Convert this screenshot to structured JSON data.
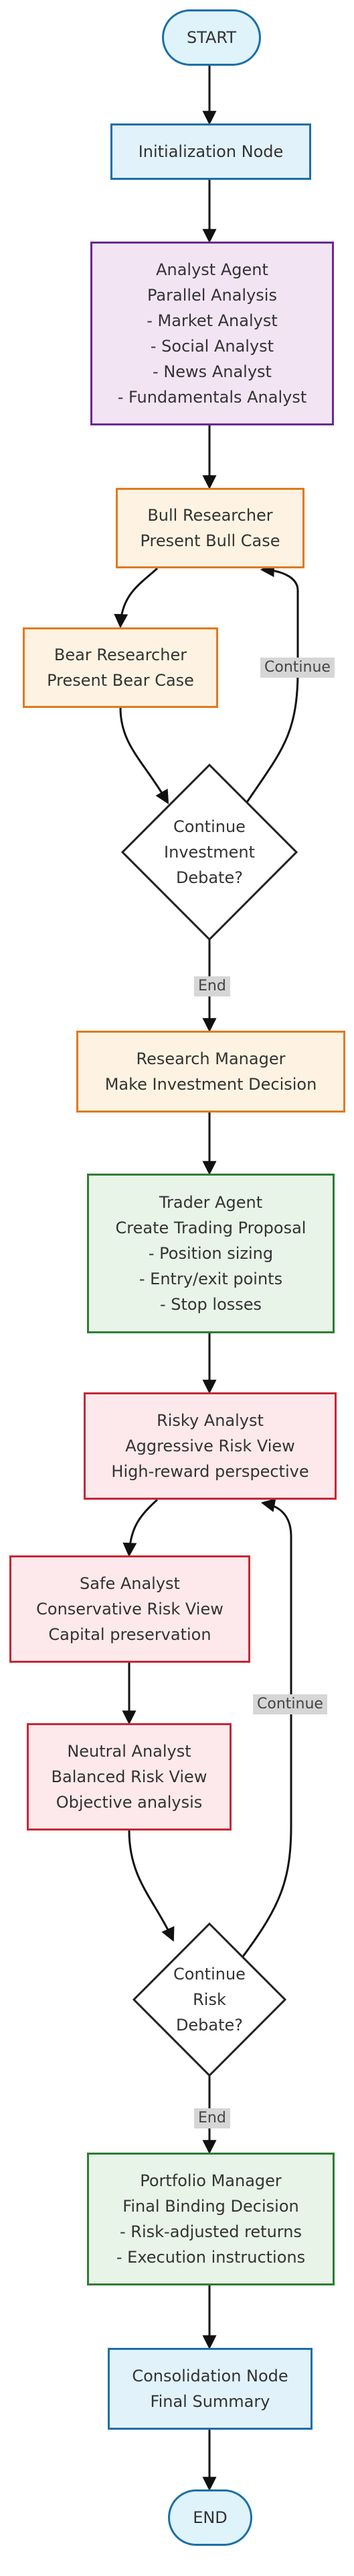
{
  "colors": {
    "start_end_fill": "#dff3fb",
    "start_end_stroke": "#1b6fa8",
    "blue_fill": "#e2f2fb",
    "blue_stroke": "#1b6fa8",
    "purple_fill": "#f3e4f4",
    "purple_stroke": "#6a2a8f",
    "orange_fill": "#fef3e2",
    "orange_stroke": "#e07a1f",
    "green_fill": "#e8f4e8",
    "green_stroke": "#2e7d32",
    "red_fill": "#fde9ec",
    "red_stroke": "#c62836",
    "decision_fill": "#ffffff",
    "decision_stroke": "#222222",
    "edge": "#111111",
    "edge_label_bg": "#d6d6d6"
  },
  "nodes": {
    "start": {
      "lines": [
        "START"
      ]
    },
    "init": {
      "lines": [
        "Initialization Node"
      ]
    },
    "analyst": {
      "lines": [
        "Analyst Agent",
        "Parallel Analysis",
        "- Market Analyst",
        "- Social Analyst",
        "- News Analyst",
        "- Fundamentals Analyst"
      ]
    },
    "bull": {
      "lines": [
        "Bull Researcher",
        "Present Bull Case"
      ]
    },
    "bear": {
      "lines": [
        "Bear Researcher",
        "Present Bear Case"
      ]
    },
    "debate1": {
      "lines": [
        "Continue",
        "Investment",
        "Debate?"
      ]
    },
    "research_mgr": {
      "lines": [
        "Research Manager",
        "Make Investment Decision"
      ]
    },
    "trader": {
      "lines": [
        "Trader Agent",
        "Create Trading Proposal",
        "- Position sizing",
        "- Entry/exit points",
        "- Stop losses"
      ]
    },
    "risky": {
      "lines": [
        "Risky Analyst",
        "Aggressive Risk View",
        "High-reward perspective"
      ]
    },
    "safe": {
      "lines": [
        "Safe Analyst",
        "Conservative Risk View",
        "Capital preservation"
      ]
    },
    "neutral": {
      "lines": [
        "Neutral Analyst",
        "Balanced Risk View",
        "Objective analysis"
      ]
    },
    "debate2": {
      "lines": [
        "Continue",
        "Risk",
        "Debate?"
      ]
    },
    "portfolio": {
      "lines": [
        "Portfolio Manager",
        "Final Binding Decision",
        "- Risk-adjusted returns",
        "- Execution instructions"
      ]
    },
    "consolidation": {
      "lines": [
        "Consolidation Node",
        "Final Summary"
      ]
    },
    "end": {
      "lines": [
        "END"
      ]
    }
  },
  "edge_labels": {
    "continue1": "Continue",
    "end1": "End",
    "continue2": "Continue",
    "end2": "End"
  }
}
